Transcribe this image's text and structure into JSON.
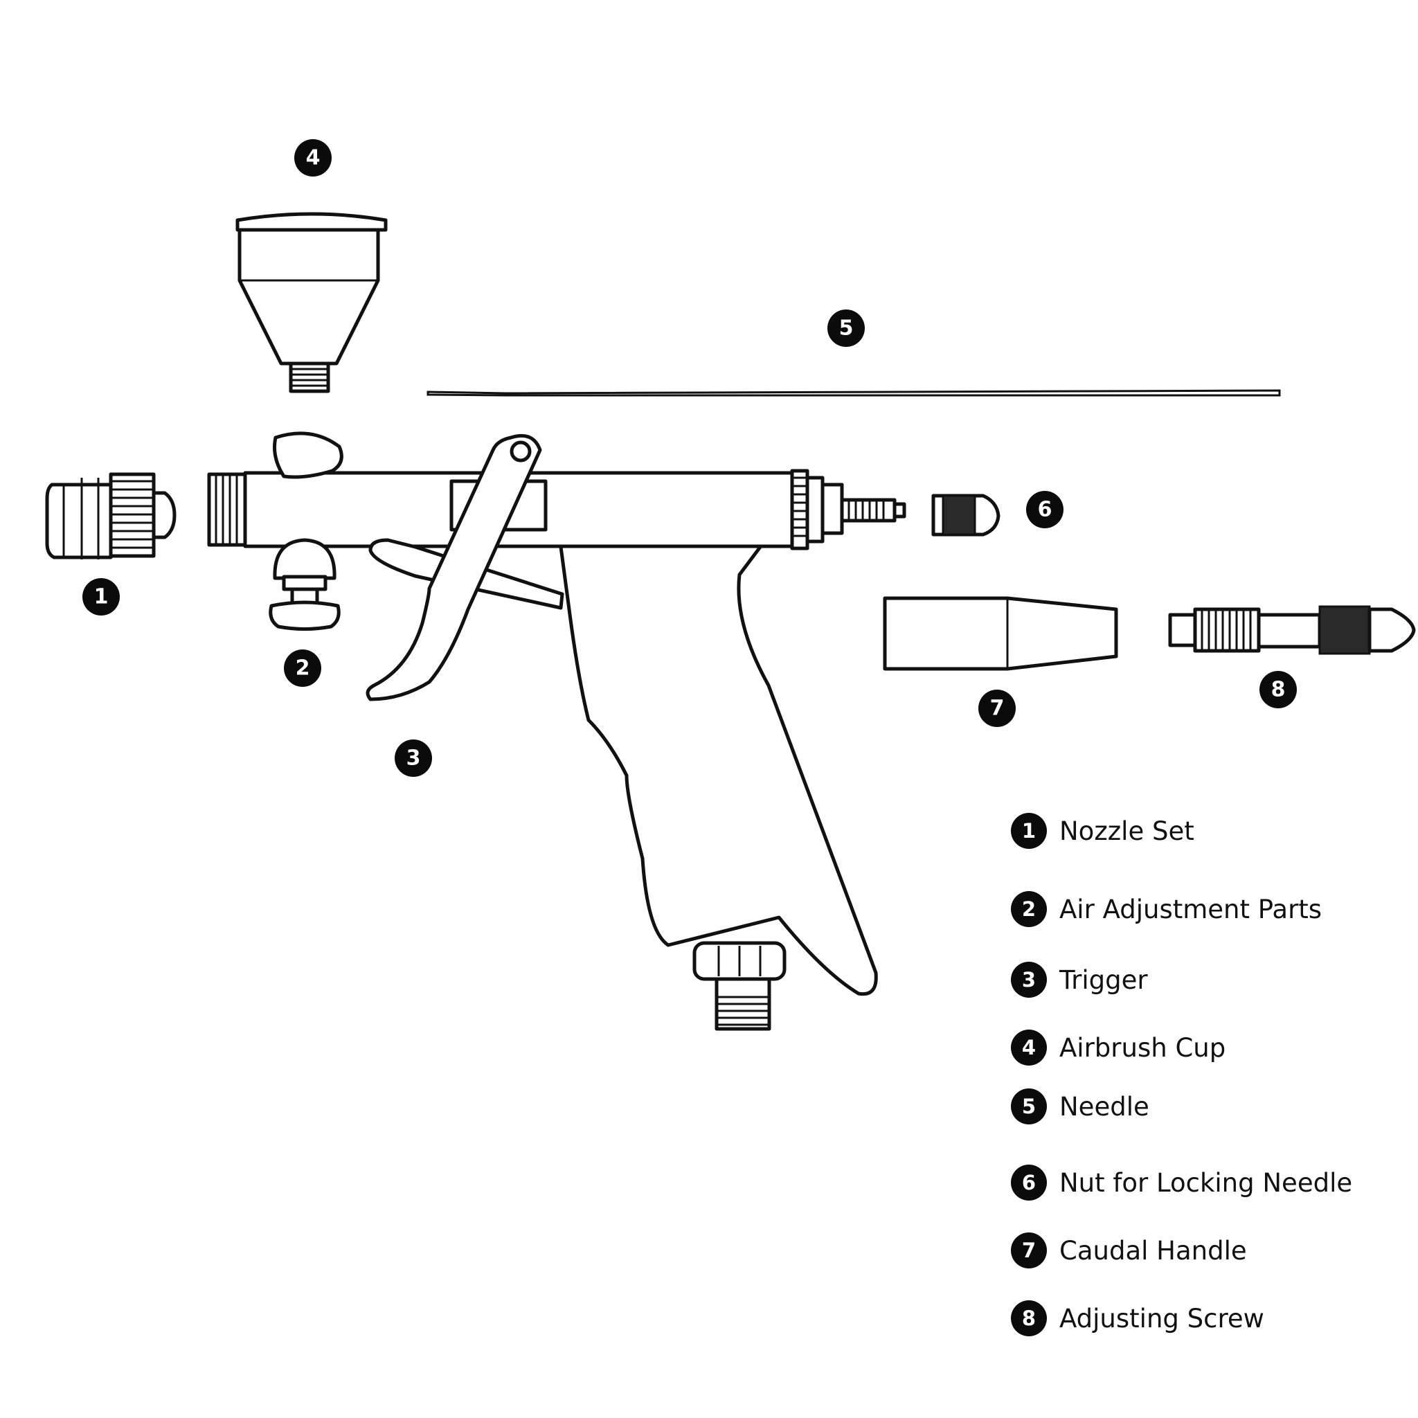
{
  "parts": [
    {
      "number": "1",
      "label": "Nozzle Set",
      "icon": "nozzle-set-icon"
    },
    {
      "number": "2",
      "label": "Air Adjustment Parts",
      "icon": "air-adjustment-icon"
    },
    {
      "number": "3",
      "label": "Trigger",
      "icon": "trigger-icon"
    },
    {
      "number": "4",
      "label": "Airbrush Cup",
      "icon": "airbrush-cup-icon"
    },
    {
      "number": "5",
      "label": "Needle",
      "icon": "needle-icon"
    },
    {
      "number": "6",
      "label": "Nut for Locking Needle",
      "icon": "locking-nut-icon"
    },
    {
      "number": "7",
      "label": "Caudal Handle",
      "icon": "caudal-handle-icon"
    },
    {
      "number": "8",
      "label": "Adjusting Screw",
      "icon": "adjusting-screw-icon"
    }
  ],
  "colors": {
    "line": "#111111",
    "badge": "#0b0b0b",
    "background": "#ffffff"
  }
}
